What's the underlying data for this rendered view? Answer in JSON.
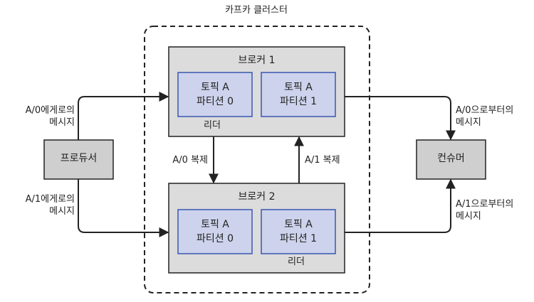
{
  "cluster": {
    "title": "카프카 클러스터"
  },
  "producer": {
    "label": "프로듀서"
  },
  "consumer": {
    "label": "컨슈머"
  },
  "broker1": {
    "title": "브로커 1",
    "partition0": {
      "line1": "토픽 A",
      "line2": "파티션 0"
    },
    "partition1": {
      "line1": "토픽 A",
      "line2": "파티션 1"
    },
    "leader_label": "리더"
  },
  "broker2": {
    "title": "브로커 2",
    "partition0": {
      "line1": "토픽 A",
      "line2": "파티션 0"
    },
    "partition1": {
      "line1": "토픽 A",
      "line2": "파티션 1"
    },
    "leader_label": "리더"
  },
  "edges": {
    "prod_to_b1": {
      "line1": "A/0에게로의",
      "line2": "메시지"
    },
    "prod_to_b2": {
      "line1": "A/1에게로의",
      "line2": "메시지"
    },
    "b1_to_cons": {
      "line1": "A/0으로부터의",
      "line2": "메시지"
    },
    "b2_to_cons": {
      "line1": "A/1으로부터의",
      "line2": "메시지"
    },
    "replicate_a0": "A/0 복제",
    "replicate_a1": "A/1 복제"
  },
  "colors": {
    "broker_fill": "#dcdcdc",
    "node_fill": "#cfcfcf",
    "partition_fill": "#cdd3ec",
    "partition_border": "#3a57b0",
    "line": "#222222"
  }
}
